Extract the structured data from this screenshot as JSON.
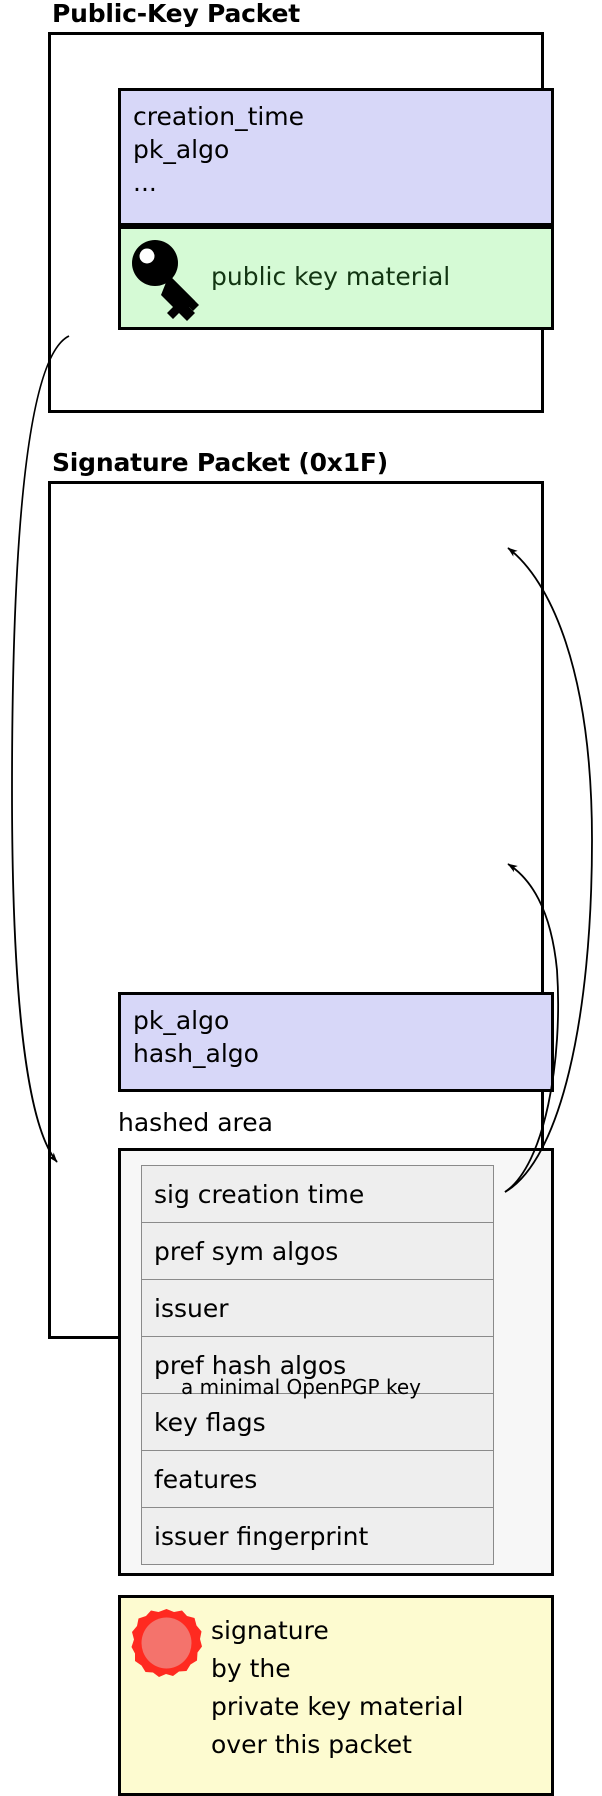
{
  "caption": "a minimal OpenPGP key",
  "colors": {
    "header_block": "#d7d7f8",
    "key_material_block": "#d5fad5",
    "signature_block": "#fdfbd0",
    "hashed_area_bg": "#f7f7f7",
    "subpacket_bg": "#eeeeee",
    "outline": "#000000",
    "seal_red": "#ff2a20",
    "seal_fill": "#f4736c",
    "key_material_text": "#123512"
  },
  "packets": {
    "public_key": {
      "title": "Public-Key Packet",
      "header_fields": "creation_time\npk_algo\n...",
      "key_material_label": "public key material",
      "key_icon": "key-icon"
    },
    "signature": {
      "title": "Signature Packet (0x1F)",
      "header_fields": "pk_algo\nhash_algo",
      "hashed_area_label": "hashed area",
      "subpackets": [
        "sig creation time",
        "pref sym algos",
        "issuer",
        "pref hash algos",
        "key flags",
        "features",
        "issuer fingerprint"
      ],
      "signature_text": "signature\nby the\nprivate key material\nover this packet",
      "seal_icon": "wax-seal-icon"
    }
  },
  "arrows": [
    {
      "name": "public-key-to-signature",
      "from": "public-key-packet",
      "to": "signature-block"
    },
    {
      "name": "signature-to-sig-header",
      "from": "signature-block",
      "to": "signature-header-block"
    },
    {
      "name": "signature-to-hashed-area",
      "from": "signature-block",
      "to": "hashed-area-box"
    }
  ]
}
